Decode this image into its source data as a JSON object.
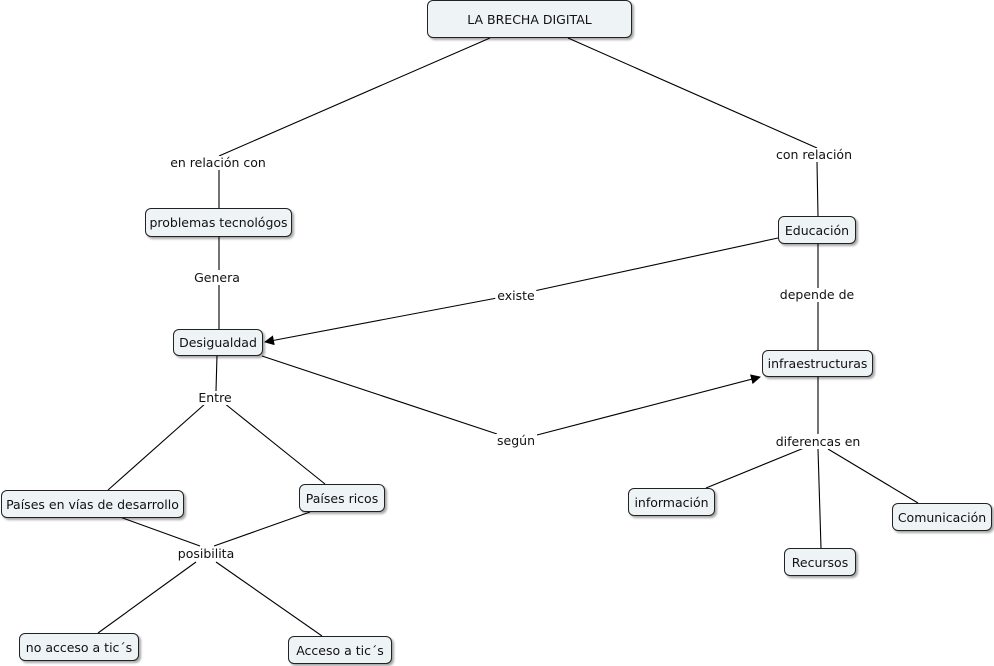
{
  "diagram": {
    "nodes": {
      "root": "LA BRECHA DIGITAL",
      "problemas": "problemas tecnológos",
      "educacion": "Educación",
      "desigualdad": "Desigualdad",
      "infraestructuras": "infraestructuras",
      "paises_desarrollo": "Países en vías de desarrollo",
      "paises_ricos": "Países ricos",
      "informacion": "información",
      "comunicacion": "Comunicación",
      "recursos": "Recursos",
      "no_acceso": "no acceso a tic´s",
      "acceso": "Acceso a tic´s"
    },
    "links": {
      "en_relacion": "en relación con",
      "con_relacion": "con relación",
      "genera": "Genera",
      "existe": "existe",
      "depende": "depende de",
      "entre": "Entre",
      "segun": "según",
      "diferencias": "diferencas en",
      "posibilita": "posibilita"
    }
  }
}
